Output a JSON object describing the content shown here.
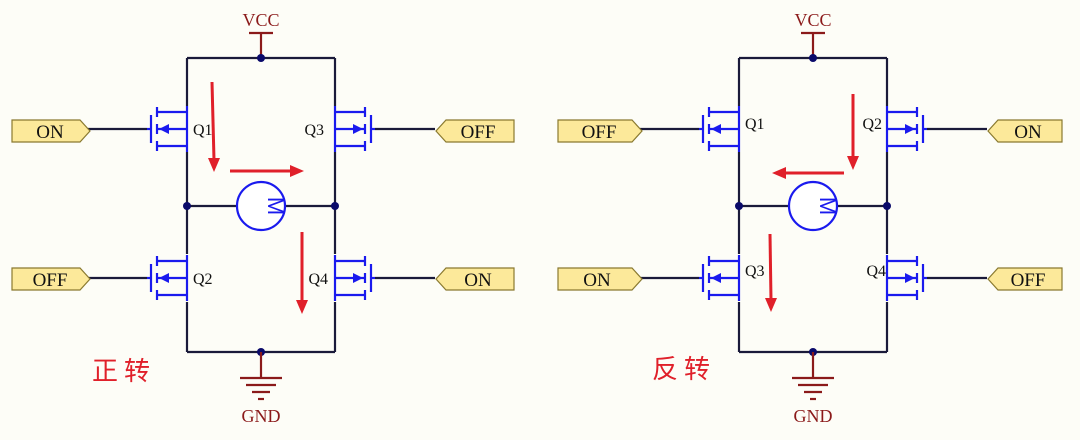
{
  "colors": {
    "wire": "#1a1a3a",
    "power": "#8b1a1a",
    "transistor": "#1a1aee",
    "arrow": "#e0202a",
    "tag_fill": "#fce99a",
    "background": "#fdfdf7"
  },
  "circuits": [
    {
      "caption": "正转",
      "vcc": "VCC",
      "gnd": "GND",
      "motor": "M",
      "top_left": {
        "name": "Q1",
        "input": "ON"
      },
      "top_right": {
        "name": "Q3",
        "input": "OFF"
      },
      "bottom_left": {
        "name": "Q2",
        "input": "OFF"
      },
      "bottom_right": {
        "name": "Q4",
        "input": "ON"
      }
    },
    {
      "caption": "反转",
      "vcc": "VCC",
      "gnd": "GND",
      "motor": "M",
      "top_left": {
        "name": "Q1",
        "input": "OFF"
      },
      "top_right": {
        "name": "Q2",
        "input": "ON"
      },
      "bottom_left": {
        "name": "Q3",
        "input": "ON"
      },
      "bottom_right": {
        "name": "Q4",
        "input": "OFF"
      }
    }
  ]
}
